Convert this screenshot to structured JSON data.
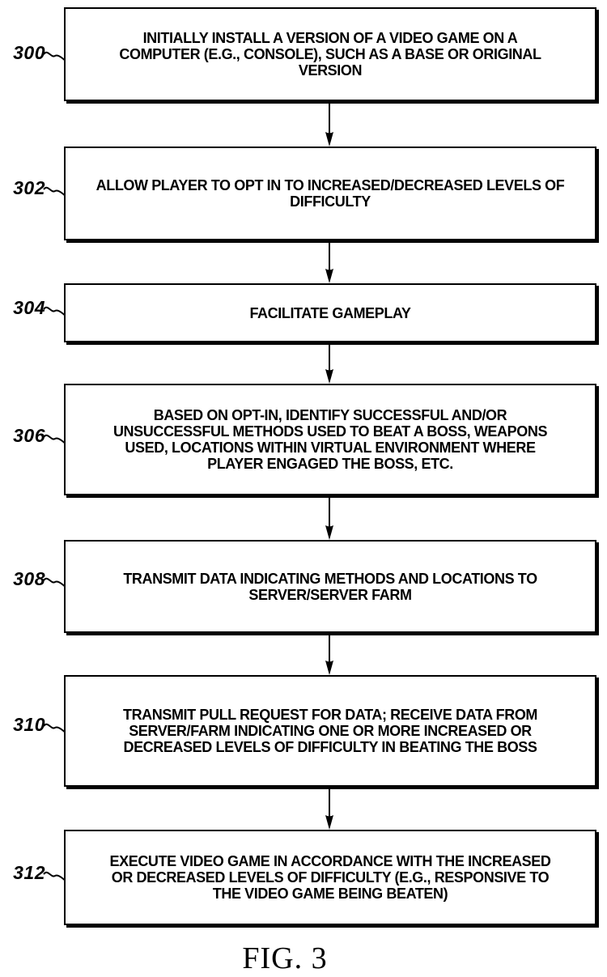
{
  "figure": {
    "caption": "FIG. 3",
    "steps": [
      {
        "ref": "300",
        "text": "INITIALLY INSTALL A VERSION OF A VIDEO GAME ON A\nCOMPUTER (E.G., CONSOLE), SUCH AS A BASE OR ORIGINAL\nVERSION"
      },
      {
        "ref": "302",
        "text": "ALLOW PLAYER TO OPT IN TO INCREASED/DECREASED LEVELS OF\nDIFFICULTY"
      },
      {
        "ref": "304",
        "text": "FACILITATE GAMEPLAY"
      },
      {
        "ref": "306",
        "text": "BASED ON OPT-IN, IDENTIFY SUCCESSFUL AND/OR\nUNSUCCESSFUL METHODS USED TO BEAT A BOSS, WEAPONS\nUSED, LOCATIONS WITHIN VIRTUAL ENVIRONMENT WHERE\nPLAYER ENGAGED THE BOSS, ETC."
      },
      {
        "ref": "308",
        "text": "TRANSMIT DATA INDICATING METHODS AND LOCATIONS TO\nSERVER/SERVER FARM"
      },
      {
        "ref": "310",
        "text": "TRANSMIT PULL REQUEST FOR DATA; RECEIVE DATA FROM\nSERVER/FARM INDICATING ONE OR MORE INCREASED OR\nDECREASED LEVELS OF DIFFICULTY IN BEATING THE BOSS"
      },
      {
        "ref": "312",
        "text": "EXECUTE VIDEO GAME IN ACCORDANCE WITH THE INCREASED\nOR DECREASED LEVELS OF DIFFICULTY (E.G., RESPONSIVE TO\nTHE VIDEO GAME BEING BEATEN)"
      }
    ]
  },
  "colors": {
    "ink": "#000000",
    "paper": "#ffffff"
  }
}
